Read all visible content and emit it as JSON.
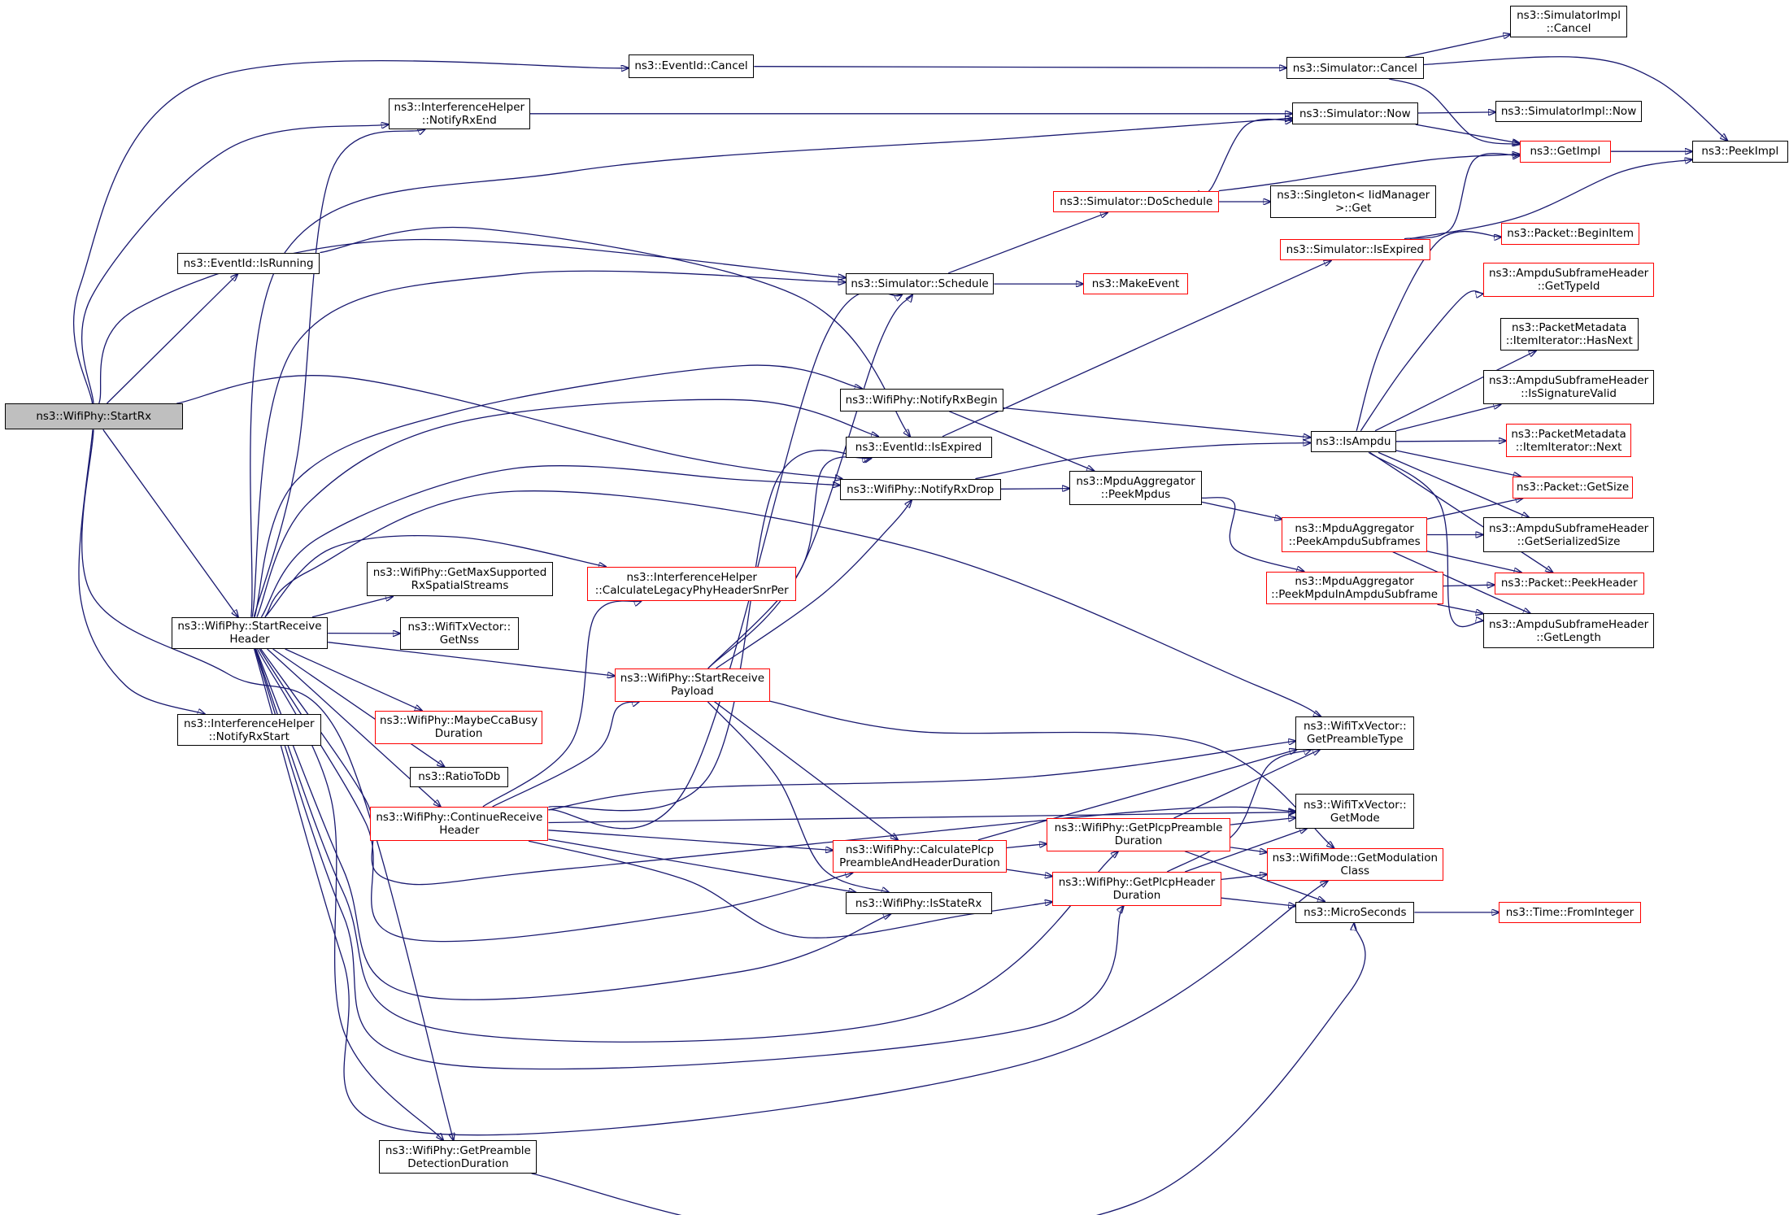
{
  "diagram": {
    "title": "",
    "colors": {
      "edge": "#191970",
      "root_fill": "#bfbfbf",
      "normal_border": "#000000",
      "highlight_border": "#ff0000"
    },
    "nodes": [
      {
        "id": "startrx",
        "label": "ns3::WifiPhy::StartRx",
        "style": "root"
      },
      {
        "id": "cancel_ev",
        "label": "ns3::EventId::Cancel",
        "style": "normal"
      },
      {
        "id": "ih_rxend",
        "label": "ns3::InterferenceHelper\n::NotifyRxEnd",
        "style": "normal"
      },
      {
        "id": "isrunning",
        "label": "ns3::EventId::IsRunning",
        "style": "normal"
      },
      {
        "id": "srh",
        "label": "ns3::WifiPhy::StartReceive\nHeader",
        "style": "normal"
      },
      {
        "id": "ih_rxstart",
        "label": "ns3::InterferenceHelper\n::NotifyRxStart",
        "style": "normal"
      },
      {
        "id": "sim_cancel",
        "label": "ns3::Simulator::Cancel",
        "style": "normal"
      },
      {
        "id": "simimpl_cancel",
        "label": "ns3::SimulatorImpl\n::Cancel",
        "style": "normal"
      },
      {
        "id": "sim_now",
        "label": "ns3::Simulator::Now",
        "style": "normal"
      },
      {
        "id": "simimpl_now",
        "label": "ns3::SimulatorImpl::Now",
        "style": "normal"
      },
      {
        "id": "getimpl",
        "label": "ns3::GetImpl",
        "style": "red"
      },
      {
        "id": "peekimpl",
        "label": "ns3::PeekImpl",
        "style": "normal"
      },
      {
        "id": "doschedule",
        "label": "ns3::Simulator::DoSchedule",
        "style": "red"
      },
      {
        "id": "singleton",
        "label": "ns3::Singleton< IidManager\n>::Get",
        "style": "normal"
      },
      {
        "id": "sim_isexpired",
        "label": "ns3::Simulator::IsExpired",
        "style": "red"
      },
      {
        "id": "schedule",
        "label": "ns3::Simulator::Schedule",
        "style": "normal"
      },
      {
        "id": "makeevent",
        "label": "ns3::MakeEvent",
        "style": "red"
      },
      {
        "id": "notifyrxbegin",
        "label": "ns3::WifiPhy::NotifyRxBegin",
        "style": "normal"
      },
      {
        "id": "ev_isexpired",
        "label": "ns3::EventId::IsExpired",
        "style": "normal"
      },
      {
        "id": "notifyrxdrop",
        "label": "ns3::WifiPhy::NotifyRxDrop",
        "style": "normal"
      },
      {
        "id": "peekmpdus",
        "label": "ns3::MpduAggregator\n::PeekMpdus",
        "style": "normal"
      },
      {
        "id": "isampdu",
        "label": "ns3::IsAmpdu",
        "style": "normal"
      },
      {
        "id": "beginitem",
        "label": "ns3::Packet::BeginItem",
        "style": "red"
      },
      {
        "id": "gettypeid",
        "label": "ns3::AmpduSubframeHeader\n::GetTypeId",
        "style": "red"
      },
      {
        "id": "hasnext",
        "label": "ns3::PacketMetadata\n::ItemIterator::HasNext",
        "style": "normal"
      },
      {
        "id": "issigvalid",
        "label": "ns3::AmpduSubframeHeader\n::IsSignatureValid",
        "style": "normal"
      },
      {
        "id": "itemnext",
        "label": "ns3::PacketMetadata\n::ItemIterator::Next",
        "style": "red"
      },
      {
        "id": "getsize",
        "label": "ns3::Packet::GetSize",
        "style": "red"
      },
      {
        "id": "serializedsize",
        "label": "ns3::AmpduSubframeHeader\n::GetSerializedSize",
        "style": "normal"
      },
      {
        "id": "peekheader",
        "label": "ns3::Packet::PeekHeader",
        "style": "red"
      },
      {
        "id": "getlength",
        "label": "ns3::AmpduSubframeHeader\n::GetLength",
        "style": "normal"
      },
      {
        "id": "peekampdusubframes",
        "label": "ns3::MpduAggregator\n::PeekAmpduSubframes",
        "style": "red"
      },
      {
        "id": "peekmpduinampdu",
        "label": "ns3::MpduAggregator\n::PeekMpduInAmpduSubframe",
        "style": "red"
      },
      {
        "id": "getmaxss",
        "label": "ns3::WifiPhy::GetMaxSupported\nRxSpatialStreams",
        "style": "normal"
      },
      {
        "id": "legacysnr",
        "label": "ns3::InterferenceHelper\n::CalculateLegacyPhyHeaderSnrPer",
        "style": "red"
      },
      {
        "id": "getnss",
        "label": "ns3::WifiTxVector::\nGetNss",
        "style": "normal"
      },
      {
        "id": "startpayload",
        "label": "ns3::WifiPhy::StartReceive\nPayload",
        "style": "red"
      },
      {
        "id": "maybecca",
        "label": "ns3::WifiPhy::MaybeCcaBusy\nDuration",
        "style": "red"
      },
      {
        "id": "ratiotodb",
        "label": "ns3::RatioToDb",
        "style": "normal"
      },
      {
        "id": "continuerh",
        "label": "ns3::WifiPhy::ContinueReceive\nHeader",
        "style": "red"
      },
      {
        "id": "calcplcp",
        "label": "ns3::WifiPhy::CalculatePlcp\nPreambleAndHeaderDuration",
        "style": "red"
      },
      {
        "id": "isstaterx",
        "label": "ns3::WifiPhy::IsStateRx",
        "style": "normal"
      },
      {
        "id": "getplcppreamble",
        "label": "ns3::WifiPhy::GetPlcpPreamble\nDuration",
        "style": "red"
      },
      {
        "id": "getplcpheader",
        "label": "ns3::WifiPhy::GetPlcpHeader\nDuration",
        "style": "red"
      },
      {
        "id": "getpreambletype",
        "label": "ns3::WifiTxVector::\nGetPreambleType",
        "style": "normal"
      },
      {
        "id": "getmode",
        "label": "ns3::WifiTxVector::\nGetMode",
        "style": "normal"
      },
      {
        "id": "getmodclass",
        "label": "ns3::WifiMode::GetModulation\nClass",
        "style": "red"
      },
      {
        "id": "microseconds",
        "label": "ns3::MicroSeconds",
        "style": "normal"
      },
      {
        "id": "frominteger",
        "label": "ns3::Time::FromInteger",
        "style": "red"
      },
      {
        "id": "getpreambledetect",
        "label": "ns3::WifiPhy::GetPreamble\nDetectionDuration",
        "style": "normal"
      }
    ]
  }
}
